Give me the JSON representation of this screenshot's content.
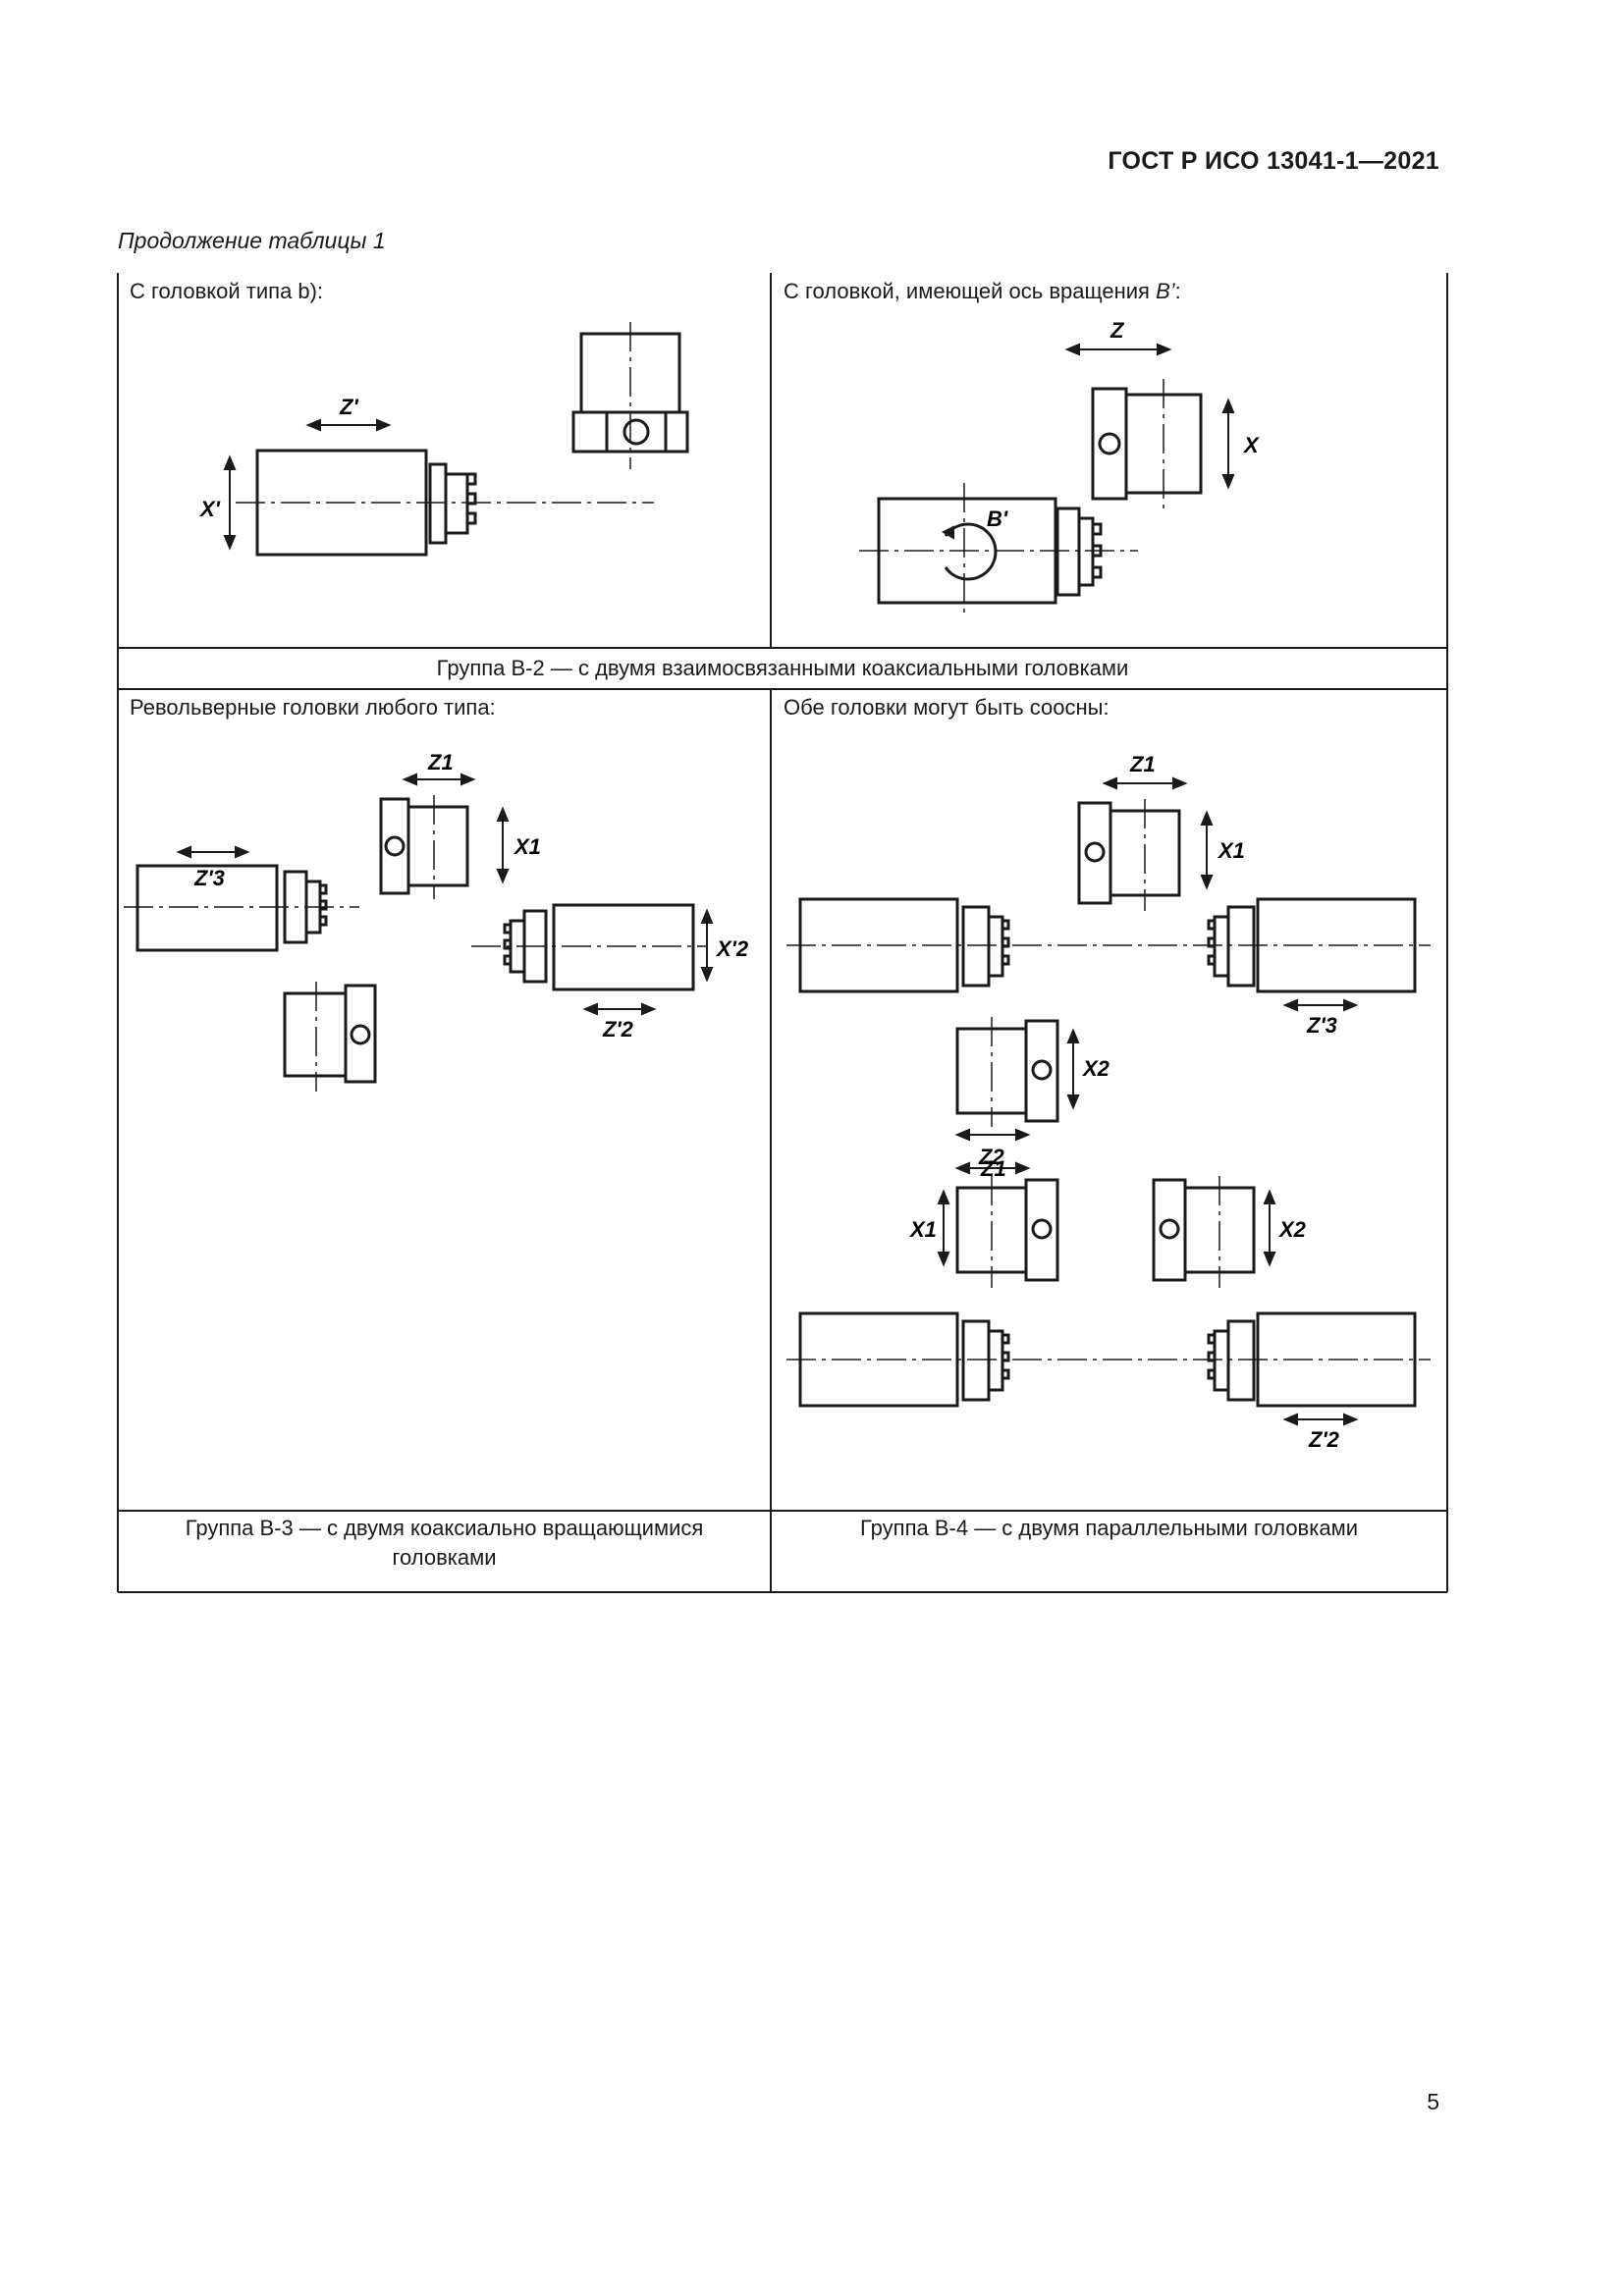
{
  "header": {
    "doc_code": "ГОСТ Р ИСО 13041-1—2021"
  },
  "continuation": "Продолжение таблицы 1",
  "row1": {
    "left_caption": "С головкой типа b):",
    "right_caption_pre": "С головкой, имеющей ось вращения ",
    "right_caption_axis": "B’",
    "right_caption_post": ":",
    "left_labels": {
      "z": "Z'",
      "x": "X'"
    },
    "right_labels": {
      "z": "Z",
      "x": "X",
      "b": "B'"
    }
  },
  "group_b2": "Группа В-2 — с двумя взаимосвязанными коаксиальными головками",
  "row2": {
    "left_caption": "Револьверные головки любого типа:",
    "right_caption": "Обе головки могут быть соосны:",
    "left_labels": {
      "z1": "Z1",
      "x1": "X1",
      "z3": "Z'3",
      "x2": "X'2",
      "z2": "Z'2"
    },
    "right_top_labels": {
      "z1": "Z1",
      "x1": "X1",
      "z3": "Z'3",
      "x2": "X2",
      "z2": "Z2"
    },
    "right_bottom_labels": {
      "z1": "Z1",
      "x1": "X1",
      "x2": "X2",
      "z2": "Z'2"
    }
  },
  "group_b3": "Группа В-3 — с двумя коаксиально вращающимися головками",
  "group_b4": "Группа В-4 — с двумя параллельными головками",
  "page_number": "5"
}
